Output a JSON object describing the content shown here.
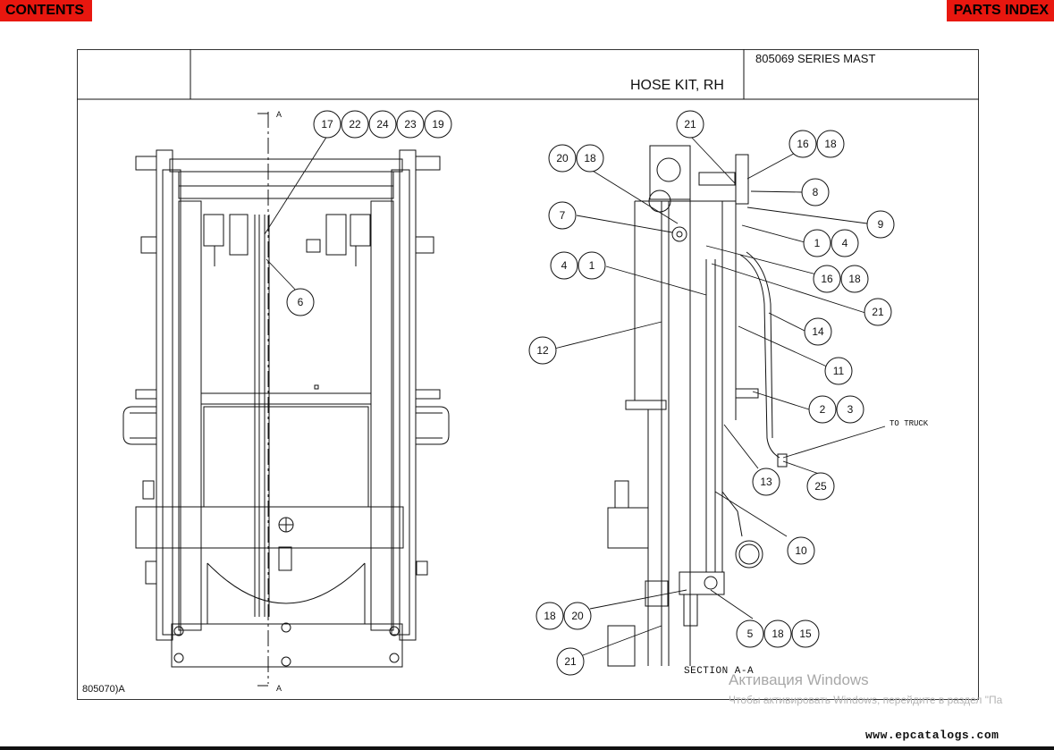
{
  "nav": {
    "contents_label": "CONTENTS",
    "parts_index_label": "PARTS INDEX"
  },
  "title_block": {
    "series": "805069 SERIES MAST",
    "title": "HOSE KIT, RH"
  },
  "drawing": {
    "number": "805070)A",
    "section_label": "SECTION A-A",
    "section_marker": "A",
    "to_truck": "TO TRUCK"
  },
  "callouts": {
    "front_view": [
      "17",
      "22",
      "24",
      "23",
      "19",
      "6"
    ],
    "section_view": [
      "21",
      "20",
      "18",
      "16",
      "18",
      "8",
      "9",
      "7",
      "1",
      "4",
      "4",
      "1",
      "16",
      "18",
      "21",
      "12",
      "14",
      "11",
      "2",
      "3",
      "25",
      "13",
      "10",
      "18",
      "20",
      "5",
      "18",
      "15",
      "21"
    ]
  },
  "watermark": {
    "title": "Активация Windows",
    "subtitle": "Чтобы активировать Windows, перейдите в раздел \"Па"
  },
  "footer": {
    "site": "www.epcatalogs.com"
  },
  "colors": {
    "nav_red": "#e8170f",
    "line": "#111111"
  }
}
